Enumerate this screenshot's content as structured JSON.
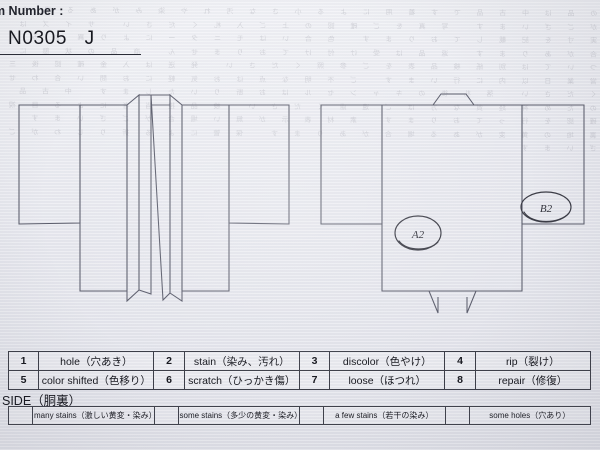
{
  "header": {
    "item_number_label": "em Number :",
    "item_number_value": "N0305   J"
  },
  "diagrams": {
    "front": {
      "name": "kimono-front-view",
      "annotations": []
    },
    "back": {
      "name": "kimono-back-view",
      "annotations": [
        {
          "label": "A2"
        },
        {
          "label": "B2"
        }
      ]
    }
  },
  "legend": {
    "rows": [
      [
        {
          "num": "1",
          "desc": "hole（穴あき）"
        },
        {
          "num": "2",
          "desc": "stain（染み、汚れ）"
        },
        {
          "num": "3",
          "desc": "discolor（色やけ）"
        },
        {
          "num": "4",
          "desc": "rip（裂け）"
        }
      ],
      [
        {
          "num": "5",
          "desc": "color shifted（色移り）"
        },
        {
          "num": "6",
          "desc": "scratch（ひっかき傷）"
        },
        {
          "num": "7",
          "desc": "loose（ほつれ）"
        },
        {
          "num": "8",
          "desc": "repair（修復）"
        }
      ]
    ]
  },
  "side": {
    "label": "SIDE（胴裏）",
    "options": [
      {
        "checkbox": "",
        "text": "many stains（激しい黄変・染み）"
      },
      {
        "checkbox": "",
        "text": "some stains（多少の黄変・染み）"
      },
      {
        "checkbox": "",
        "text": "a few stains（若干の染み）"
      },
      {
        "checkbox": "",
        "text": "some holes（穴あり）"
      }
    ]
  },
  "showthrough_text": "の 品 は 中 古 品 で す 着 用 に よ る 小 さ な 汚 れ や 染 み が あ る 場 合 が ご ざ い ま す  写 真 を ご 確 認 の 上 ご 入 札 く だ さ い  サ イ ズ は 実 寸 を 記 載 し て お り ま す  色 合 い は モ ニ タ ー に よ り 異 な る 場 合 が あ り ま す  返 品 は 受 け 付 け て お り ま せ ん  商 品 の 状 態 に つ い て は 別 紙 検 品 表 を ご 参 照 く だ さ い  発 送 は 入 金 確 認 後 三 営 業 日 以 内 に 行 い ま す  ご 不 明 な 点 は お 気 軽 に お 問 い 合 わ せ く だ さ い  落 札 後 の キ ャ ン セ ル は お 断 り い た し ま す  中 古 品 の た め 神 経 質 な 方 は ご 遠 慮 く だ さ い  検 品 担 当 者 に よ る 目 視 確 認 を 行 っ て お り ま す  素 材 表 示 が 無 い 場 合 が ご ざ い ま す  裏 地 の 黄 変 が あ る 場 合 が あ り ま す  保 管 に よ る 折 り じ わ が ご ざ い ま す"
}
